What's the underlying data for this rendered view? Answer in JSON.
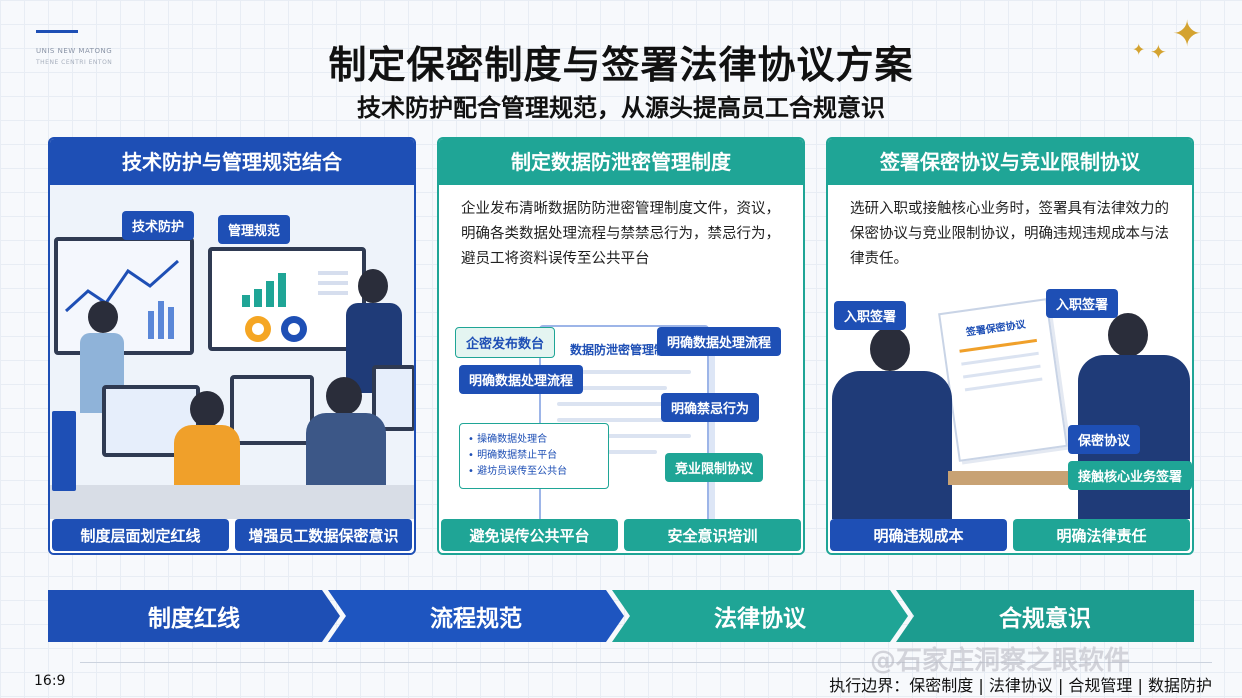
{
  "corner": {
    "line1": "UNIS NEW MATONG",
    "line2": "THENE CENTRI ENTON"
  },
  "title": "制定保密制度与签署法律协议方案",
  "subtitle": "技术防护配合管理规范，从源头提高员工合规意识",
  "panels": [
    {
      "heading": "技术防护与管理规范结合",
      "tags": [
        "技术防护",
        "管理规范"
      ],
      "footer": [
        "制度层面划定红线",
        "增强员工数据保密意识"
      ]
    },
    {
      "heading": "制定数据防泄密管理制度",
      "description": "企业发布清晰数据防防泄密管理制度文件，资议，明确各类数据处理流程与禁禁忌行为，禁忌行为，避员工将资料误传至公共平台",
      "doc_title": "数据防泄密管理制度",
      "tags": [
        "企密发布数台",
        "明确数据处理流程",
        "明确数据处理流程",
        "明确禁忌行为",
        "竞业限制协议"
      ],
      "list": [
        "操确数据处理合",
        "明确数据禁止平台",
        "避坊员误传至公共台"
      ],
      "footer": [
        "避免误传公共平台",
        "安全意识培训"
      ]
    },
    {
      "heading": "签署保密协议与竞业限制协议",
      "description": "选研入职或接触核心业务时，签署具有法律效力的保密协议与竞业限制协议，明确违规违规成本与法律责任。",
      "doc_title": "签署保密协议",
      "tags": [
        "入职签署",
        "入职签署",
        "保密协议",
        "接触核心业务签署"
      ],
      "footer": [
        "明确违规成本",
        "明确法律责任"
      ]
    }
  ],
  "steps": [
    "制度红线",
    "流程规范",
    "法律协议",
    "合规意识"
  ],
  "ratio": "16:9",
  "footer": "执行边界：保密制度 | 法律协议 | 合规管理 | 数据防护",
  "watermark": "@石家庄洞察之眼软件",
  "colors": {
    "blue": "#1e4fb5",
    "teal": "#1fa596"
  }
}
